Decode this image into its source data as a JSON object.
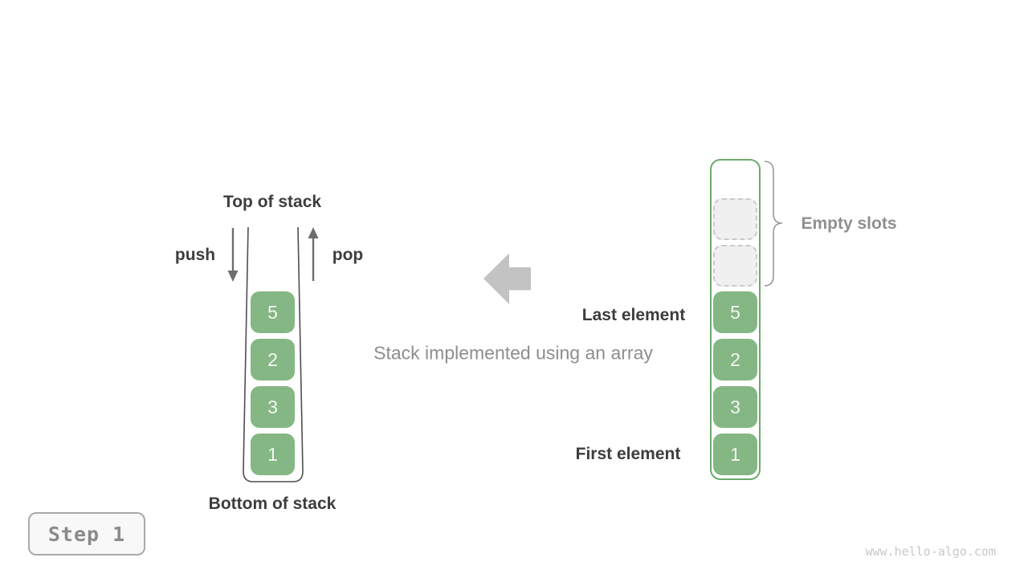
{
  "diagram": {
    "caption": "Stack implemented using an array",
    "step_badge": "Step 1",
    "watermark": "www.hello-algo.com"
  },
  "stack_view": {
    "top_label": "Top of stack",
    "bottom_label": "Bottom of stack",
    "push_label": "push",
    "pop_label": "pop",
    "cells": [
      "5",
      "2",
      "3",
      "1"
    ]
  },
  "array_view": {
    "cells": [
      "5",
      "2",
      "3",
      "1"
    ],
    "empty_slots_count": 2,
    "empty_slots_label": "Empty slots",
    "last_element_label": "Last element",
    "first_element_label": "First element"
  },
  "colors": {
    "cell_green": "#85b784",
    "cell_text": "#f2f6f2",
    "array_border_green": "#6bab6b",
    "empty_slot_fill": "#f0f0f0",
    "empty_slot_border": "#cbcbcb",
    "dark_text": "#3d3d3d",
    "gray_text": "#8e8e8e",
    "block_arrow_gray": "#c3c3c3",
    "thin_arrow_gray": "#6e6e6e",
    "container_outline": "#4f4f4f",
    "brace_gray": "#9a9a9a",
    "badge_text": "#8a8a8a",
    "watermark_gray": "#c8c8c8"
  }
}
